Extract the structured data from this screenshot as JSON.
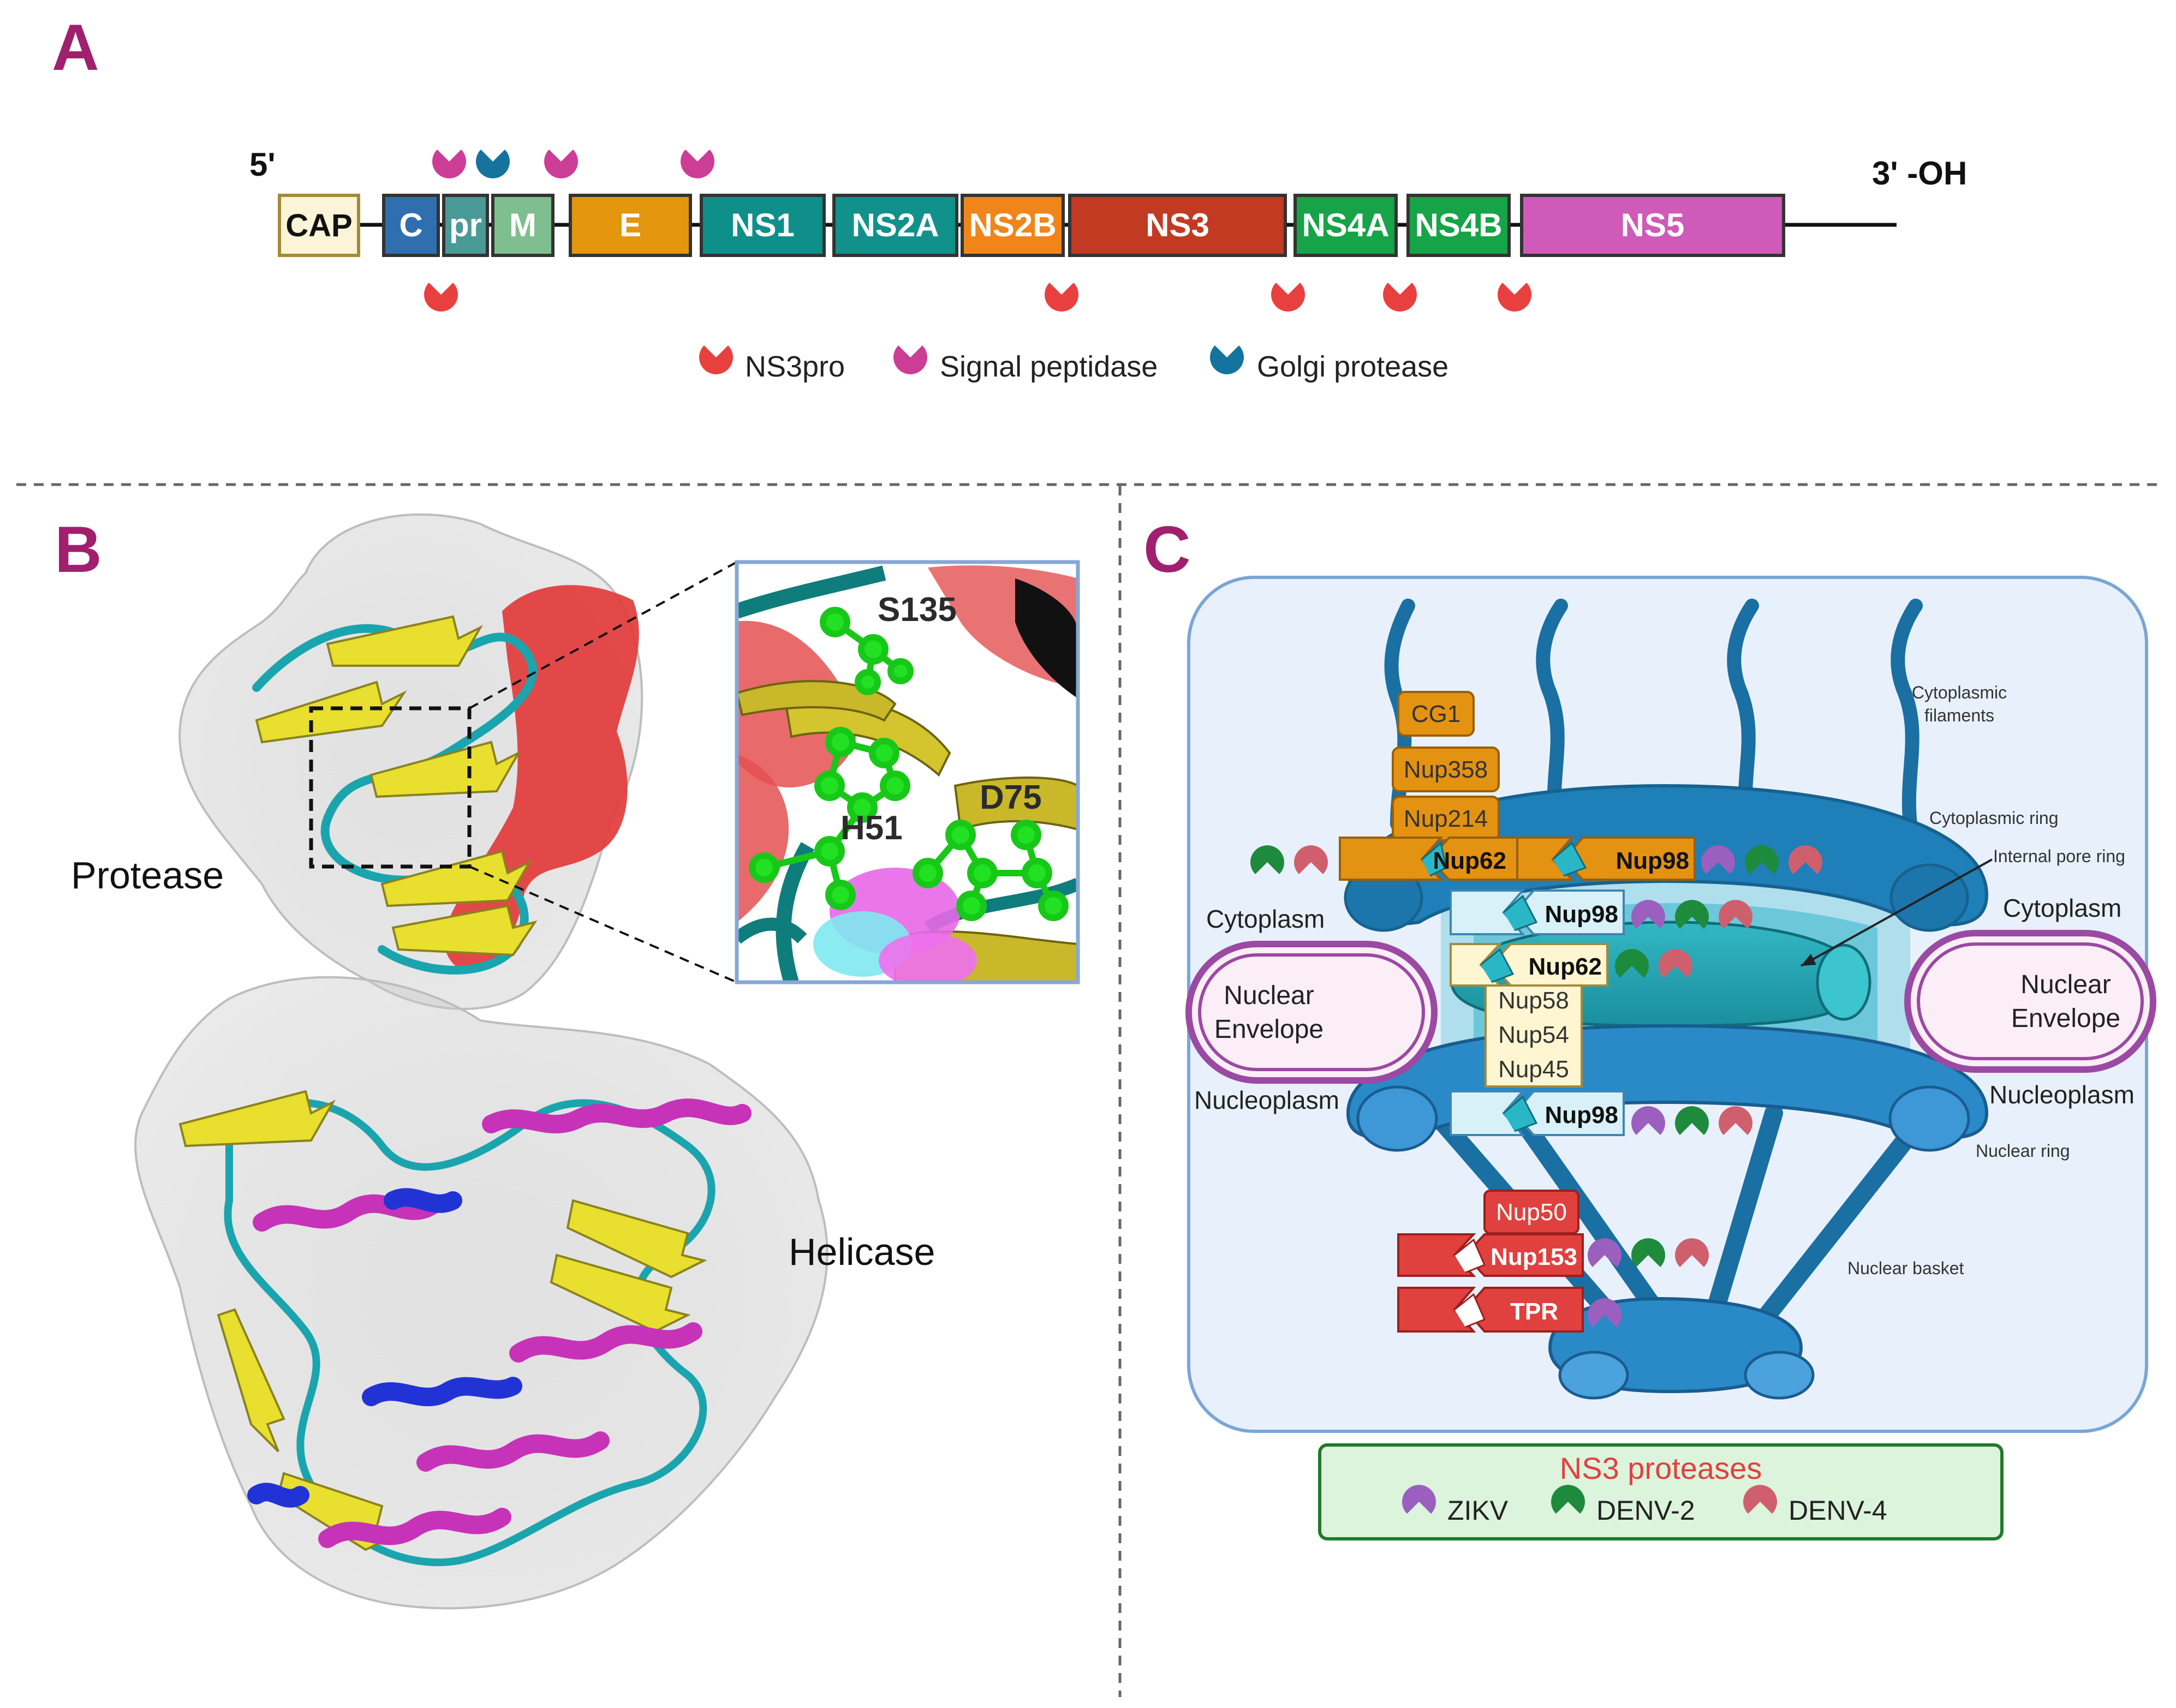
{
  "colors": {
    "panel_letter": "#a0206e",
    "ns3pro": "#e8403f",
    "signal_peptidase": "#cc3d96",
    "golgi_protease": "#14749e",
    "zikv": "#9b5fc0",
    "denv2": "#1e8a3c",
    "denv4": "#d05f6e",
    "nucleoporin_orange": "#e09010",
    "nucleoporin_pale": "#fdf6d0",
    "nucleoporin_red": "#e0413e",
    "npc_blue": "#1f78b4",
    "cell_bg": "#e8f1fb"
  },
  "panel_a": {
    "letter": "A",
    "five_prime": "5'",
    "three_prime": "3' -OH",
    "genes": [
      {
        "label": "CAP",
        "color": "#fcf4d6"
      },
      {
        "label": "C",
        "color": "#2f6fb0"
      },
      {
        "label": "pr",
        "color": "#4a9a97"
      },
      {
        "label": "M",
        "color": "#7fbf8f"
      },
      {
        "label": "E",
        "color": "#e4960f"
      },
      {
        "label": "NS1",
        "color": "#0f8f8a"
      },
      {
        "label": "NS2A",
        "color": "#12918c"
      },
      {
        "label": "NS2B",
        "color": "#f0851a"
      },
      {
        "label": "NS3",
        "color": "#c23a22"
      },
      {
        "label": "NS4A",
        "color": "#17a347"
      },
      {
        "label": "NS4B",
        "color": "#17a347"
      },
      {
        "label": "NS5",
        "color": "#cf5ab8"
      }
    ],
    "cleavage_sites": {
      "top": [
        "signal-peptidase",
        "golgi-protease",
        "signal-peptidase",
        "signal-peptidase"
      ],
      "bottom": [
        "ns3pro",
        "ns3pro",
        "ns3pro",
        "ns3pro",
        "ns3pro"
      ]
    },
    "legend": [
      {
        "label": "NS3pro",
        "icon": "ns3pro"
      },
      {
        "label": "Signal peptidase",
        "icon": "signal-peptidase"
      },
      {
        "label": "Golgi protease",
        "icon": "golgi-protease"
      }
    ]
  },
  "panel_b": {
    "letter": "B",
    "protease_label": "Protease",
    "helicase_label": "Helicase",
    "residues": [
      "S135",
      "H51",
      "D75"
    ]
  },
  "panel_c": {
    "letter": "C",
    "labels": {
      "cytoplasmic_filaments": "Cytoplasmic\nfilaments",
      "cytoplasmic_ring": "Cytoplasmic ring",
      "internal_pore_ring": "Internal pore ring",
      "cytoplasm_left": "Cytoplasm",
      "cytoplasm_right": "Cytoplasm",
      "nuclear_envelope_left": "Nuclear\nEnvelope",
      "nuclear_envelope_right": "Nuclear\nEnvelope",
      "nucleoplasm_left": "Nucleoplasm",
      "nucleoplasm_right": "Nucleoplasm",
      "nuclear_ring": "Nuclear ring",
      "nuclear_basket": "Nuclear basket"
    },
    "nups": {
      "cg1": "CG1",
      "nup358": "Nup358",
      "nup214": "Nup214",
      "nup62_cyto": "Nup62",
      "nup98_cyto": "Nup98",
      "nup98_mid": "Nup98",
      "nup62_mid": "Nup62",
      "nup58": "Nup58",
      "nup54": "Nup54",
      "nup45": "Nup45",
      "nup98_nuc": "Nup98",
      "nup50": "Nup50",
      "nup153": "Nup153",
      "tpr": "TPR"
    },
    "cleavage": {
      "nup62_cyto": [
        "denv2",
        "denv4"
      ],
      "nup98_cyto": [
        "zikv",
        "denv2",
        "denv4"
      ],
      "nup98_mid": [
        "zikv",
        "denv2",
        "denv4"
      ],
      "nup62_mid": [
        "denv2",
        "denv4"
      ],
      "nup98_nuc": [
        "zikv",
        "denv2",
        "denv4"
      ],
      "nup153": [
        "zikv",
        "denv2",
        "denv4"
      ],
      "tpr": [
        "zikv"
      ]
    },
    "legend": {
      "title": "NS3 proteases",
      "items": [
        {
          "label": "ZIKV",
          "icon": "zikv"
        },
        {
          "label": "DENV-2",
          "icon": "denv2"
        },
        {
          "label": "DENV-4",
          "icon": "denv4"
        }
      ]
    }
  }
}
